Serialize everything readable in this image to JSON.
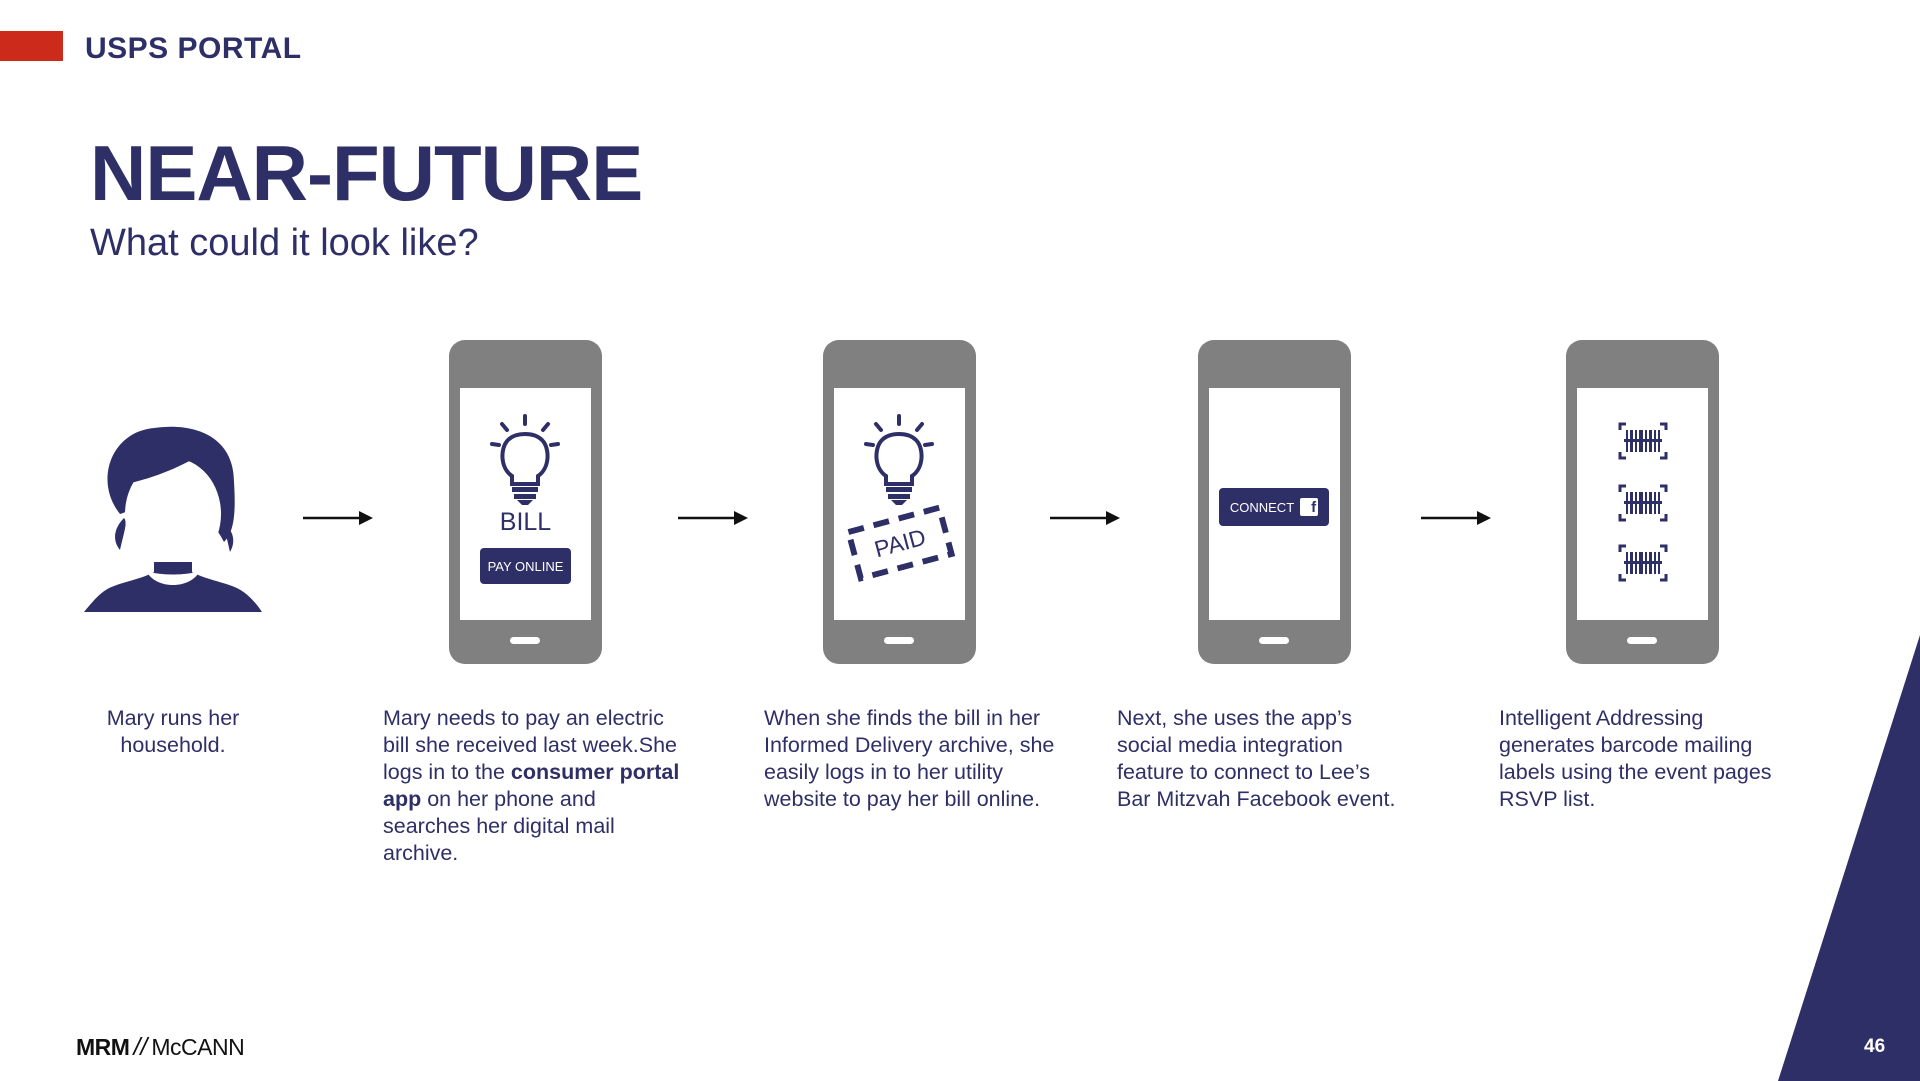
{
  "header": {
    "brand": "USPS PORTAL"
  },
  "title": "NEAR-FUTURE",
  "subtitle": "What could it look like?",
  "phones": {
    "bill": {
      "label": "BILL",
      "button": "PAY ONLINE"
    },
    "paid": {
      "stamp": "PAID"
    },
    "connect": {
      "button": "CONNECT",
      "fb_glyph": "f"
    }
  },
  "captions": {
    "c1": "Mary runs her household.",
    "c2_pre": "Mary needs to pay an electric bill she received last week.She logs in to the ",
    "c2_bold": "consumer portal app",
    "c2_post": " on her phone and searches her digital mail archive.",
    "c3": "When she finds the bill in her Informed Delivery archive, she easily logs in to her utility website to pay her bill online.",
    "c4": "Next, she uses the app’s social media integration feature to connect to Lee’s Bar Mitzvah Facebook event.",
    "c5": "Intelligent Addressing generates barcode mailing labels using the event pages RSVP list."
  },
  "footer": {
    "logo_a": "MRM",
    "logo_sep": "//",
    "logo_b": "McCANN",
    "page_number": "46"
  },
  "colors": {
    "navy": "#2e2f66",
    "red": "#cc2a1b",
    "phone_gray": "#808080"
  }
}
